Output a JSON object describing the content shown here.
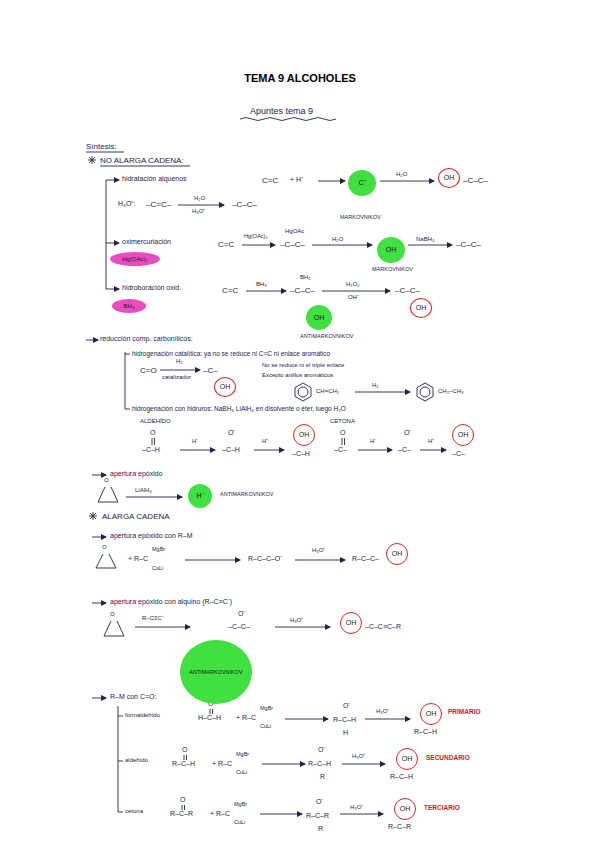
{
  "diagram": {
    "title": "TEMA 9 ALCOHOLES",
    "nodes": [
      {
        "text": [
          "C⁺"
        ]
      },
      {
        "text": [
          "OH"
        ]
      },
      {
        "text": [
          "Hg(OAc)₂"
        ]
      },
      {
        "text": [
          "OH"
        ]
      },
      {
        "text": [
          "BH₃"
        ]
      },
      {
        "text": [
          "OH"
        ]
      },
      {
        "text": [
          "OH"
        ]
      },
      {
        "text": [
          "OH"
        ]
      },
      {
        "text": [
          "OH"
        ]
      },
      {
        "text": [
          "OH"
        ]
      },
      {
        "text": [
          "H⁻"
        ]
      },
      {
        "text": [
          "OH"
        ]
      },
      {
        "text": [
          "ANTIMARKOVNIKOV"
        ]
      },
      {
        "text": [
          "OH"
        ]
      },
      {
        "text": [
          "OH"
        ]
      },
      {
        "text": [
          "OH"
        ]
      },
      {
        "text": [
          "OH"
        ]
      }
    ],
    "labels": [
      "Apuntes tema 9",
      "Síntesis:",
      "NO ALARGA CADENA:",
      "hidratación alquenos",
      "C=C",
      "+ H⁺",
      "H₂O",
      "–C–C–",
      "H₃O⁺:",
      "–C=C–",
      "H₂O",
      "H₃O⁺",
      "–C–C–",
      "MARKOVNIKOV",
      "oximercuriación",
      "C=C",
      "Hg(OAc)₂",
      "HgOAc",
      "–C–C–",
      "H₂O",
      "NaBH₄",
      "–C–C–",
      "MARKOVNIKOV",
      "hidroboración oxid.",
      "C=C",
      "BH₃",
      "BH₂",
      "–C–C–",
      "H₂O₂",
      "OH⁻",
      "–C–C–",
      "ANTIMARKOVNIKOV",
      "reducción comp. carbonílicos:",
      "hidrogenación catalítica: ya no se reduce ni C=C ni enlace aromático",
      "C=O",
      "H₂",
      "catalizador",
      "–C–",
      "No se reduce ni el triple enlace",
      "Excepto anillos aromáticos",
      "CH=CH₂",
      "H₂",
      "CH₂–CH₃",
      "hidrogenación con hidruros: NaBH₄ LiAlH₄ en disolvente o éter, luego H₂O",
      "ALDEHÍDO",
      "O",
      "–C–H",
      "H⁻",
      "O⁻",
      "–C–H",
      "H⁺",
      "–C–H",
      "CETONA",
      "O",
      "–C–",
      "H⁻",
      "O⁻",
      "–C–",
      "H⁺",
      "–C–",
      "apertura epóxido",
      "LiAlH₄",
      "ANTIMARKOVNIKOV",
      "ALARGA CADENA",
      "apertura epóxido con R–M",
      "+ R–C",
      "MgBr",
      "CuLi",
      "R–C–C–O⁻",
      "H₃O⁺",
      "R–C–C–",
      "apertura epóxido con alquino (R–C≡C⁻)",
      "R–C≡C⁻",
      "O⁻",
      "–C–C–",
      "H₃O⁺",
      "–C–C≡C–R",
      "R–M con C=O:",
      "formaldehído",
      "O",
      "H–C–H",
      "+ R–C",
      "MgBr",
      "CuLi",
      "O⁻",
      "R–C–H",
      "H",
      "H₃O⁺",
      "R–C–H",
      "PRIMARIO",
      "aldehído",
      "O",
      "R–C–H",
      "+ R–C",
      "MgBr",
      "CuLi",
      "O⁻",
      "R–C–H",
      "R",
      "H₃O⁺",
      "R–C–H",
      "SECUNDARIO",
      "cetona",
      "O",
      "R–C–R",
      "+ R–C",
      "MgBr",
      "CuLi",
      "O⁻",
      "R–C–R",
      "R",
      "H₃O⁺",
      "R–C–R",
      "TERCIARIO",
      "O",
      "O",
      "O"
    ]
  }
}
